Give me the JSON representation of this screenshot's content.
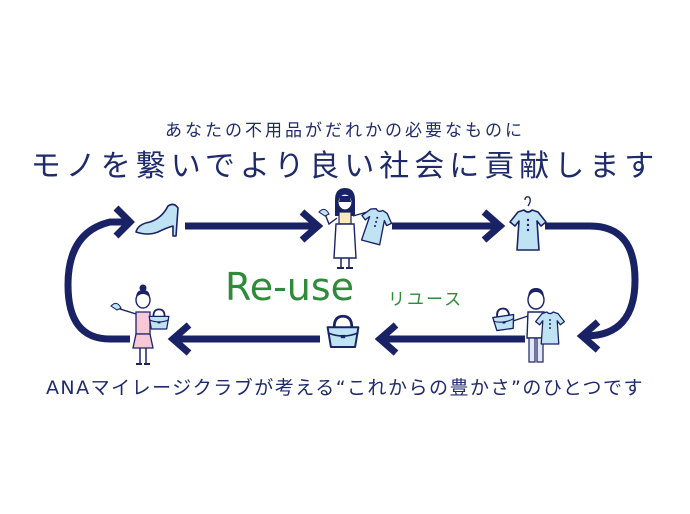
{
  "header": {
    "subtitle": "あなたの不用品がだれかの必要なものに",
    "title": "モノを繋いでより良い社会に貢献します"
  },
  "center": {
    "label": "Re-use",
    "label_kana": "リユース"
  },
  "footer": {
    "text": "ANAマイレージクラブが考える“これからの豊かさ”のひとつです"
  },
  "cycle_steps": [
    {
      "name": "shoe",
      "icon": "high-heel-shoe-icon"
    },
    {
      "name": "person-offering-dress",
      "icon": "woman-holding-dress-icon"
    },
    {
      "name": "dress-on-hanger",
      "icon": "dress-hanger-icon"
    },
    {
      "name": "person-receiving",
      "icon": "woman-with-bag-and-dress-icon"
    },
    {
      "name": "bag",
      "icon": "handbag-icon"
    },
    {
      "name": "person-with-bag",
      "icon": "woman-with-bag-icon"
    }
  ],
  "colors": {
    "arrow": "#1a2266",
    "text": "#1f2a6b",
    "accent_green": "#2e8b3a",
    "light_blue": "#bfe3f3",
    "pink": "#f7c9d6"
  }
}
